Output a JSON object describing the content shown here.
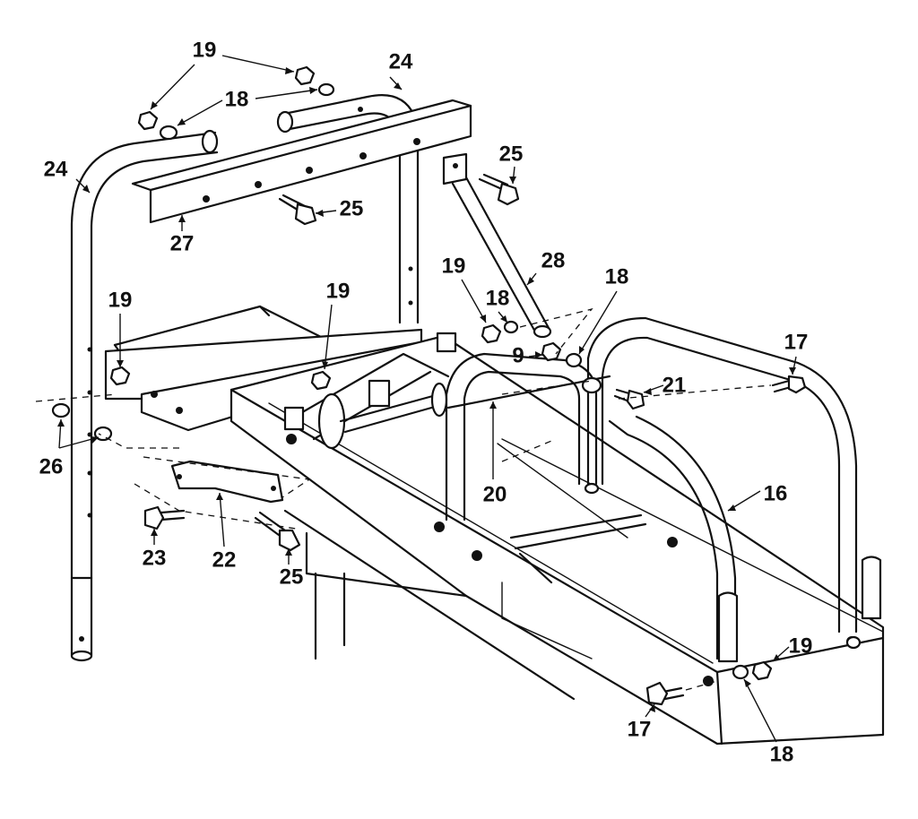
{
  "callouts": [
    {
      "id": "c1",
      "label": "19"
    },
    {
      "id": "c2",
      "label": "24"
    },
    {
      "id": "c3",
      "label": "18"
    },
    {
      "id": "c4",
      "label": "24"
    },
    {
      "id": "c5",
      "label": "25"
    },
    {
      "id": "c6",
      "label": "25"
    },
    {
      "id": "c7",
      "label": "27"
    },
    {
      "id": "c8",
      "label": "28"
    },
    {
      "id": "c9",
      "label": "19"
    },
    {
      "id": "c10",
      "label": "19"
    },
    {
      "id": "c11",
      "label": "19"
    },
    {
      "id": "c12",
      "label": "18"
    },
    {
      "id": "c13",
      "label": "18"
    },
    {
      "id": "c14",
      "label": "9"
    },
    {
      "id": "c15",
      "label": "17"
    },
    {
      "id": "c16",
      "label": "21"
    },
    {
      "id": "c17",
      "label": "26"
    },
    {
      "id": "c18",
      "label": "20"
    },
    {
      "id": "c19",
      "label": "16"
    },
    {
      "id": "c20",
      "label": "23"
    },
    {
      "id": "c21",
      "label": "22"
    },
    {
      "id": "c22",
      "label": "25"
    },
    {
      "id": "c23",
      "label": "19"
    },
    {
      "id": "c24",
      "label": "17"
    },
    {
      "id": "c25",
      "label": "18"
    }
  ]
}
